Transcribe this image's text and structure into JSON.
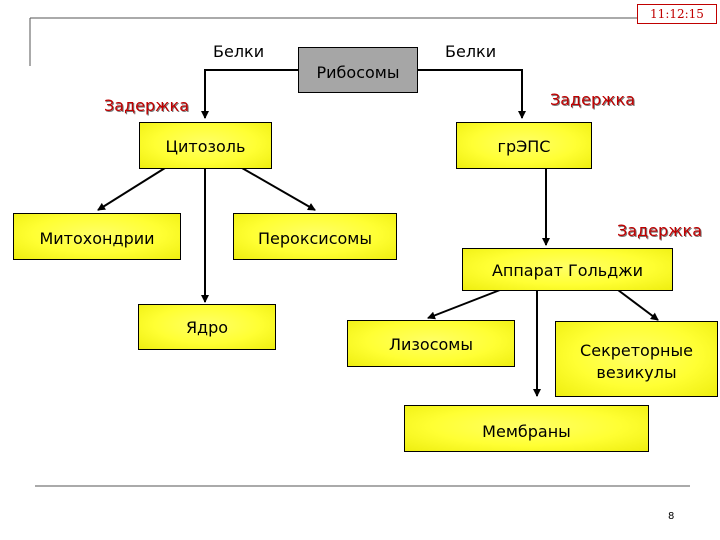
{
  "clock": "11:12:15",
  "page_number": "8",
  "nodes": {
    "ribosomes": "Рибосомы",
    "cytosol": "Цитозоль",
    "rough_er": "грЭПС",
    "mitochondria": "Митохондрии",
    "peroxisomes": "Пероксисомы",
    "golgi": "Аппарат Гольджи",
    "nucleus": "Ядро",
    "lysosomes": "Лизосомы",
    "secretory_vesicles": "Секреторные везикулы",
    "membranes": "Мембраны"
  },
  "labels": {
    "proteins_left": "Белки",
    "proteins_right": "Белки",
    "delay_left": "Задержка",
    "delay_right": "Задержка",
    "delay_golgi": "Задержка"
  },
  "colors": {
    "box_fill": "#ffff33",
    "ribosome_fill": "#a6a6a6",
    "delay_text": "#c00000",
    "lines": "#000000"
  }
}
